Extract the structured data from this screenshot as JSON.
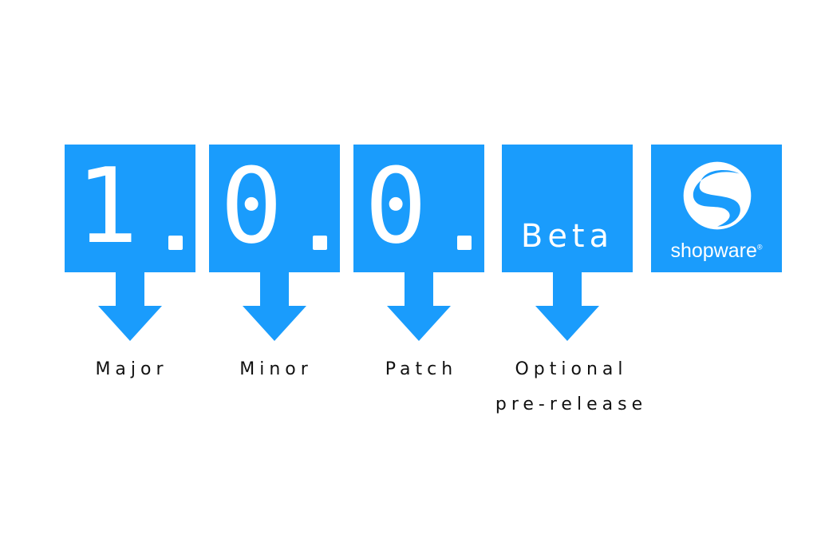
{
  "colors": {
    "blue": "#1a9cfc",
    "text": "#111111",
    "background": "#ffffff"
  },
  "version": {
    "major": "1",
    "minor": "0",
    "patch": "0",
    "prerelease": "Beta"
  },
  "labels": {
    "major": "Major",
    "minor": "Minor",
    "patch": "Patch",
    "optional": "Optional",
    "prerelease": "pre-release"
  },
  "logo": {
    "text": "shopware",
    "mark": "®",
    "icon": "shopware-logo-icon"
  },
  "icons": {
    "arrow": "down-arrow-icon"
  }
}
